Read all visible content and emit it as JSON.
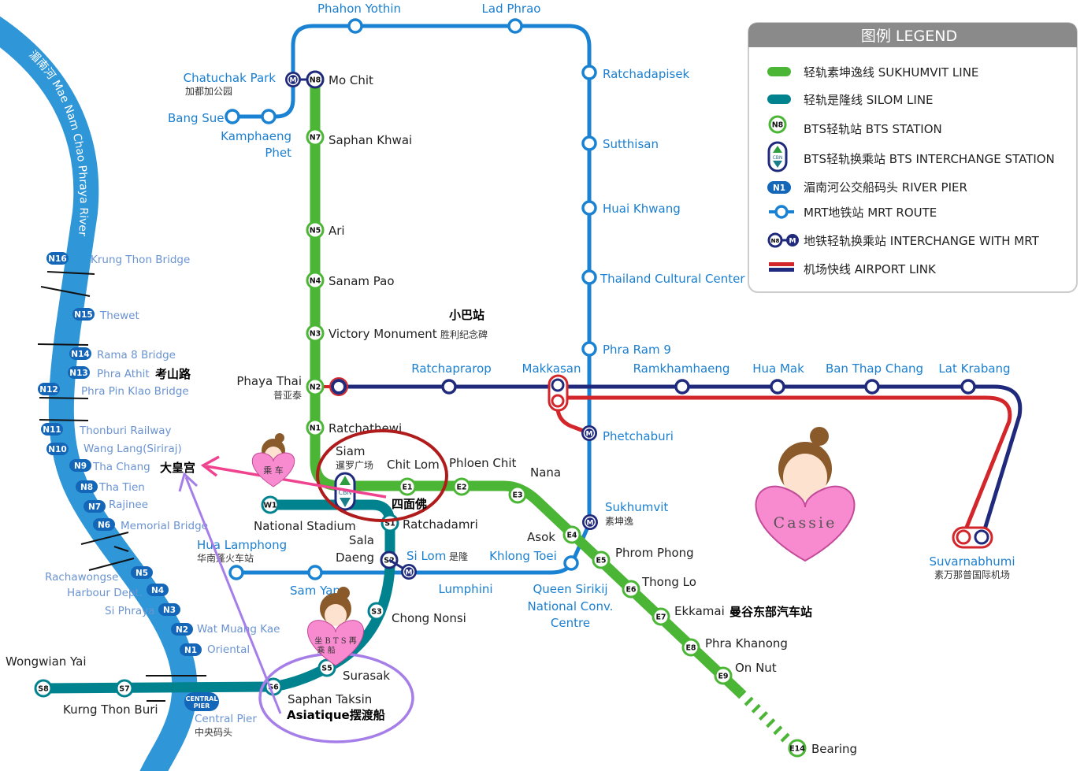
{
  "colors": {
    "sukhumvit": "#4bb535",
    "silom": "#00838f",
    "mrt": "#1a82d2",
    "river": "#2f96d8",
    "airport_blue": "#1f2a7c",
    "airport_red": "#d3262b",
    "pier_badge": "#1466b8",
    "annotation_red": "#b01c1c",
    "annotation_purple": "#a67ee8",
    "annotation_pink": "#f0438f"
  },
  "legend": {
    "title": "图例 LEGEND",
    "items": [
      {
        "icon": "sukhumvit-line-swatch",
        "label": "轻轨素坤逸线 SUKHUMVIT LINE"
      },
      {
        "icon": "silom-line-swatch",
        "label": "轻轨是隆线 SILOM LINE"
      },
      {
        "icon": "bts-station-icon",
        "code": "N8",
        "label": "BTS轻轨站 BTS STATION"
      },
      {
        "icon": "bts-interchange-icon",
        "code": "CBN",
        "label": "BTS轻轨换乘站 BTS INTERCHANGE STATION"
      },
      {
        "icon": "river-pier-icon",
        "code": "N1",
        "label": "湄南河公交船码头 RIVER PIER"
      },
      {
        "icon": "mrt-station-icon",
        "label": "MRT地铁站 MRT ROUTE"
      },
      {
        "icon": "mrt-interchange-icon",
        "code": "N8",
        "code2": "M",
        "label": "地铁轻轨换乘站 INTERCHANGE WITH MRT"
      },
      {
        "icon": "airport-link-swatch",
        "label": "机场快线 AIRPORT LINK"
      }
    ]
  },
  "river": {
    "label": "湄南河 Mae Nam Chao Phraya River"
  },
  "sukhumvit": [
    {
      "code": "N8",
      "name": "Mo Chit"
    },
    {
      "code": "N7",
      "name": "Saphan Khwai"
    },
    {
      "code": "N5",
      "name": "Ari"
    },
    {
      "code": "N4",
      "name": "Sanam Pao"
    },
    {
      "code": "N3",
      "name": "Victory Monument",
      "name_zh": "胜利纪念碑"
    },
    {
      "code": "N2",
      "name": "Phaya Thai",
      "name_zh": "普亚泰"
    },
    {
      "code": "N1",
      "name": "Ratchathewi"
    },
    {
      "code": "E1",
      "name": "Chit Lom"
    },
    {
      "code": "E2",
      "name": "Phloen Chit"
    },
    {
      "code": "E3",
      "name": "Nana"
    },
    {
      "code": "E4",
      "name": "Asok"
    },
    {
      "code": "E5",
      "name": "Phrom Phong"
    },
    {
      "code": "E6",
      "name": "Thong Lo"
    },
    {
      "code": "E7",
      "name": "Ekkamai"
    },
    {
      "code": "E8",
      "name": "Phra Khanong"
    },
    {
      "code": "E9",
      "name": "On Nut"
    },
    {
      "code": "E14",
      "name": "Bearing"
    }
  ],
  "siam": {
    "name": "Siam",
    "name_zh": "暹罗广场",
    "code": "CBN"
  },
  "silom": [
    {
      "code": "W1",
      "name": "National Stadium"
    },
    {
      "code": "S1",
      "name": "Ratchadamri"
    },
    {
      "code": "S2",
      "name": "Sala Daeng",
      "line1": "Sala",
      "line2": "Daeng"
    },
    {
      "code": "S3",
      "name": "Chong Nonsi"
    },
    {
      "code": "S5",
      "name": "Surasak"
    },
    {
      "code": "S6",
      "name": "Saphan Taksin"
    },
    {
      "code": "S7",
      "name": "Kurng Thon Buri"
    },
    {
      "code": "S8",
      "name": "Wongwian Yai"
    }
  ],
  "mrt": [
    {
      "name": "Phahon Yothin"
    },
    {
      "name": "Lad Phrao"
    },
    {
      "name": "Ratchadapisek"
    },
    {
      "name": "Sutthisan"
    },
    {
      "name": "Huai Khwang"
    },
    {
      "name": "Thailand Cultural Center"
    },
    {
      "name": "Phra Ram 9"
    },
    {
      "name": "Phetchaburi",
      "interchange": "M"
    },
    {
      "name": "Sukhumvit",
      "name_zh": "素坤逸",
      "interchange": "M"
    },
    {
      "name": "Queen Sirikij National Conv. Centre",
      "line1": "Queen Sirikij",
      "line2": "National Conv.",
      "line3": "Centre"
    },
    {
      "name": "Khlong Toei"
    },
    {
      "name": "Lumphini"
    },
    {
      "name": "Si Lom",
      "name_zh": "是隆",
      "interchange": "M"
    },
    {
      "name": "Sam Yan"
    },
    {
      "name": "Hua Lamphong",
      "name_zh": "华南蓬火车站"
    },
    {
      "name": "Chatuchak Park",
      "name_zh": "加都加公园",
      "interchange": "M"
    },
    {
      "name": "Bang Sue"
    },
    {
      "name": "Kamphaeng Phet",
      "line1": "Kamphaeng",
      "line2": "Phet"
    }
  ],
  "airport_link": [
    {
      "name": "Ratchaprarop"
    },
    {
      "name": "Makkasan"
    },
    {
      "name": "Ramkhamhaeng"
    },
    {
      "name": "Hua Mak"
    },
    {
      "name": "Ban Thap Chang"
    },
    {
      "name": "Lat Krabang"
    },
    {
      "name": "Suvarnabhumi",
      "name_zh": "素万那普国际机场"
    }
  ],
  "piers": [
    {
      "code": "N16",
      "name": "Krung Thon Bridge"
    },
    {
      "code": "N15",
      "name": "Thewet"
    },
    {
      "code": "N14",
      "name": "Rama 8 Bridge"
    },
    {
      "code": "N13",
      "name": "Phra Athit"
    },
    {
      "code": "N12",
      "name": "Phra Pin Klao Bridge"
    },
    {
      "code": "N11",
      "name": "Thonburi Railway"
    },
    {
      "code": "N10",
      "name": "Wang Lang(Siriraj)"
    },
    {
      "code": "N9",
      "name": "Tha Chang"
    },
    {
      "code": "N8",
      "name": "Tha Tien"
    },
    {
      "code": "N7",
      "name": "Rajinee"
    },
    {
      "code": "N6",
      "name": "Memorial Bridge"
    },
    {
      "code": "N5",
      "name": "Rachawongse"
    },
    {
      "code": "N4",
      "name": "Harbour Dept."
    },
    {
      "code": "N3",
      "name": "Si Phraya"
    },
    {
      "code": "N2",
      "name": "Wat Muang Kae"
    },
    {
      "code": "N1",
      "name": "Oriental"
    }
  ],
  "central_pier": {
    "badge_line1": "CENTRAL",
    "badge_line2": "PIER",
    "name": "Central Pier",
    "name_zh": "中央码头"
  },
  "annotations": {
    "khao_san": "考山路",
    "grand_palace": "大皇宫",
    "minibus_station": "小巴站",
    "erawan_shrine": "四面佛",
    "ekkamai_bus_terminal": "曼谷东部汽车站",
    "asiatique_ferry": "Asiatique摆渡船",
    "girl_take_train": "乘 车",
    "girl_bts_then_boat_1": "坐 B T S 再",
    "girl_bts_then_boat_2": "乘 船",
    "cassie": "Cassie"
  }
}
